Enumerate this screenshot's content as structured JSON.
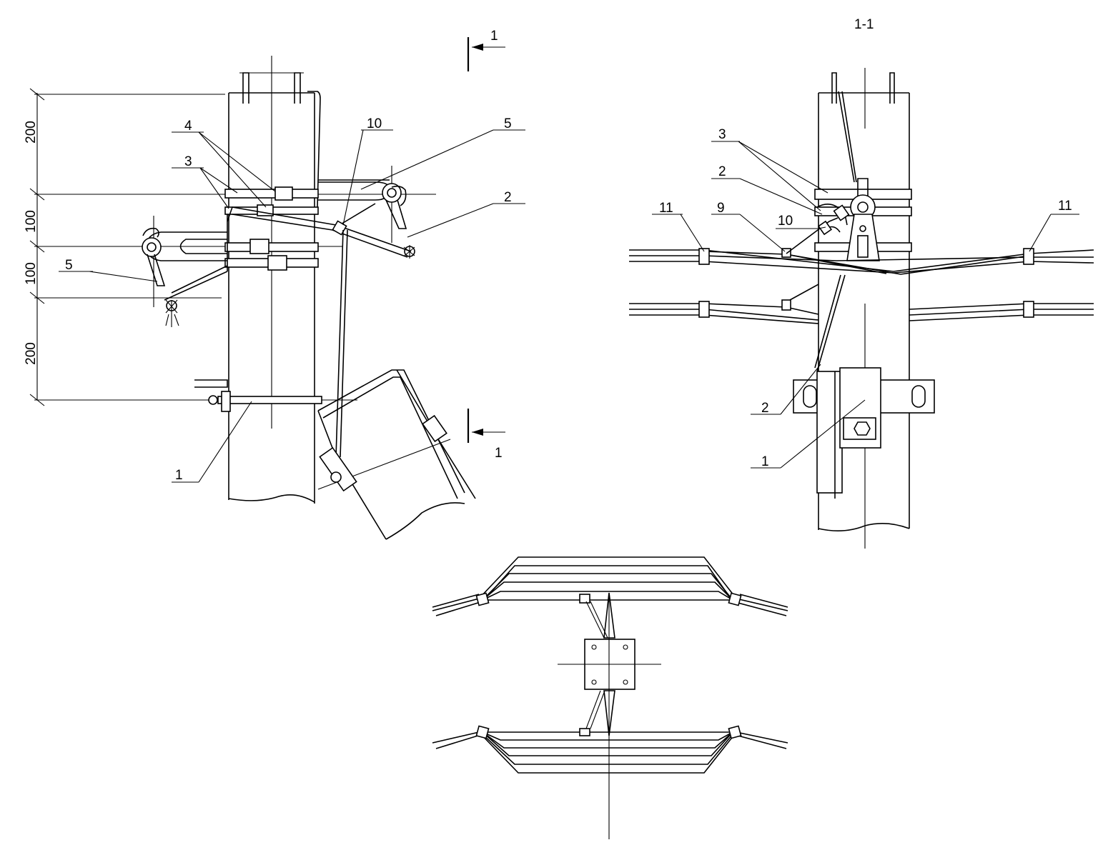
{
  "section_marker": "1",
  "section_title": "1-1",
  "dimensions": [
    "200",
    "100",
    "100",
    "200"
  ],
  "left_view": {
    "labels": [
      "4",
      "3",
      "10",
      "5",
      "2",
      "5",
      "1"
    ]
  },
  "right_view": {
    "labels": [
      "3",
      "2",
      "11",
      "9",
      "10",
      "11",
      "2",
      "1"
    ]
  }
}
